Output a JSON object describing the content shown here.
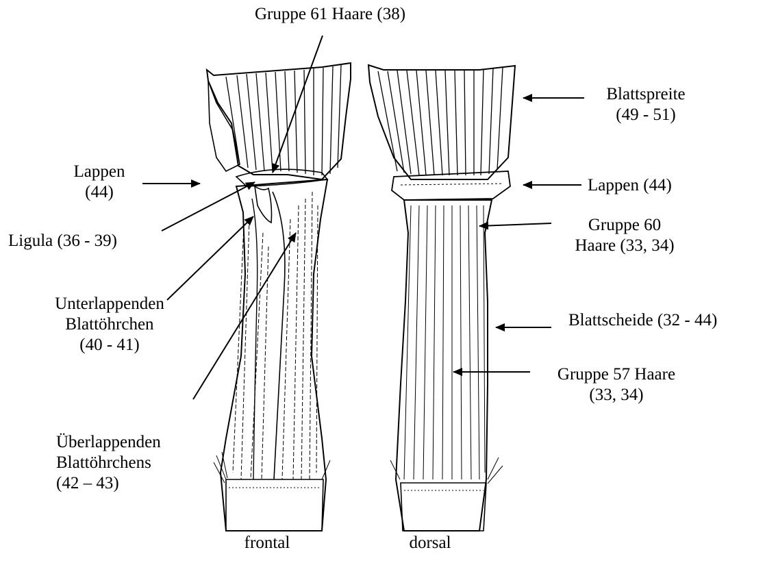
{
  "labels": {
    "gruppe61": "Gruppe 61 Haare (38)",
    "blattspreite": [
      "Blattspreite",
      "(49 - 51)"
    ],
    "lappen_left": [
      "Lappen",
      "(44)"
    ],
    "lappen_right": "Lappen (44)",
    "ligula": "Ligula (36 - 39)",
    "gruppe60": [
      "Gruppe 60",
      "Haare (33, 34)"
    ],
    "unterlappenden": [
      "Unterlappenden",
      "Blattöhrchen",
      "(40 - 41)"
    ],
    "blattscheide": "Blattscheide (32 - 44)",
    "gruppe57": [
      "Gruppe 57 Haare",
      "(33, 34)"
    ],
    "ueberlappenden": [
      "Überlappenden",
      "Blattöhrchens",
      "(42 – 43)"
    ],
    "frontal": "frontal",
    "dorsal": "dorsal"
  },
  "colors": {
    "ink": "#000000",
    "paper": "#ffffff"
  }
}
